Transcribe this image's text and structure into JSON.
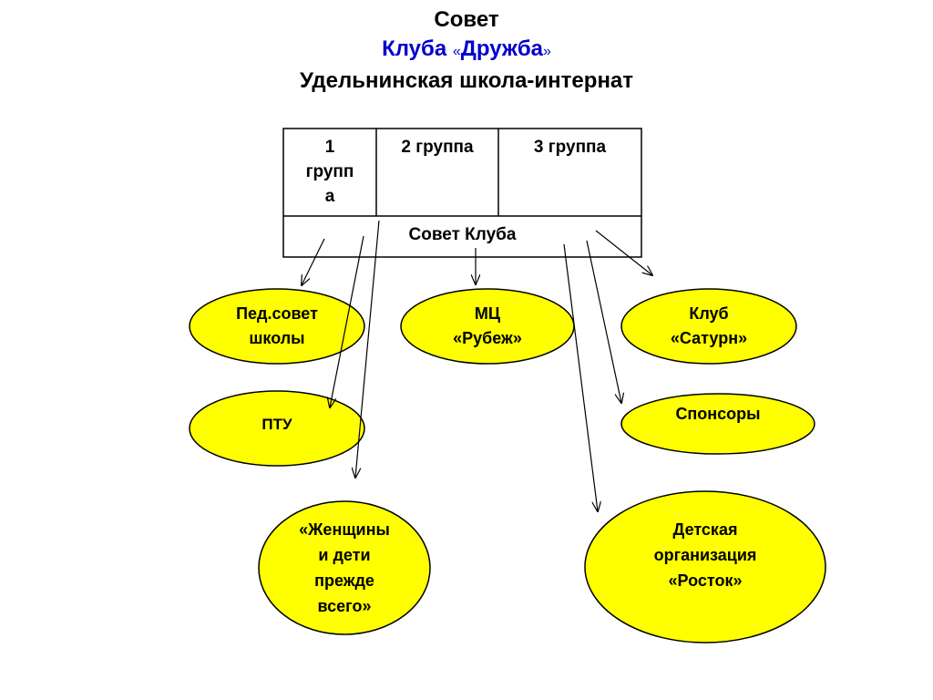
{
  "title": {
    "line1": "Совет",
    "club_word": "Клуба",
    "quote_open": "«",
    "club_name": "Дружба",
    "quote_close": "»",
    "line3": "Удельнинская школа-интернат"
  },
  "table": {
    "group1": [
      "1",
      "групп",
      "а"
    ],
    "group2": "2 группа",
    "group3": "3 группа",
    "council": "Совет Клуба"
  },
  "nodes": {
    "pedsovet": [
      "Пед.совет",
      "школы"
    ],
    "mc": [
      "МЦ",
      "«Рубеж»"
    ],
    "saturn": [
      "Клуб",
      "«Сатурн»"
    ],
    "ptu": [
      "ПТУ"
    ],
    "sponsors": [
      "Спонсоры"
    ],
    "women": [
      "«Женщины",
      "и дети",
      "прежде",
      "всего»"
    ],
    "rostok": [
      "Детская",
      "организация",
      "«Росток»"
    ]
  },
  "colors": {
    "ellipse_fill": "#ffff00",
    "stroke": "#000000",
    "title_accent": "#0000cc"
  }
}
